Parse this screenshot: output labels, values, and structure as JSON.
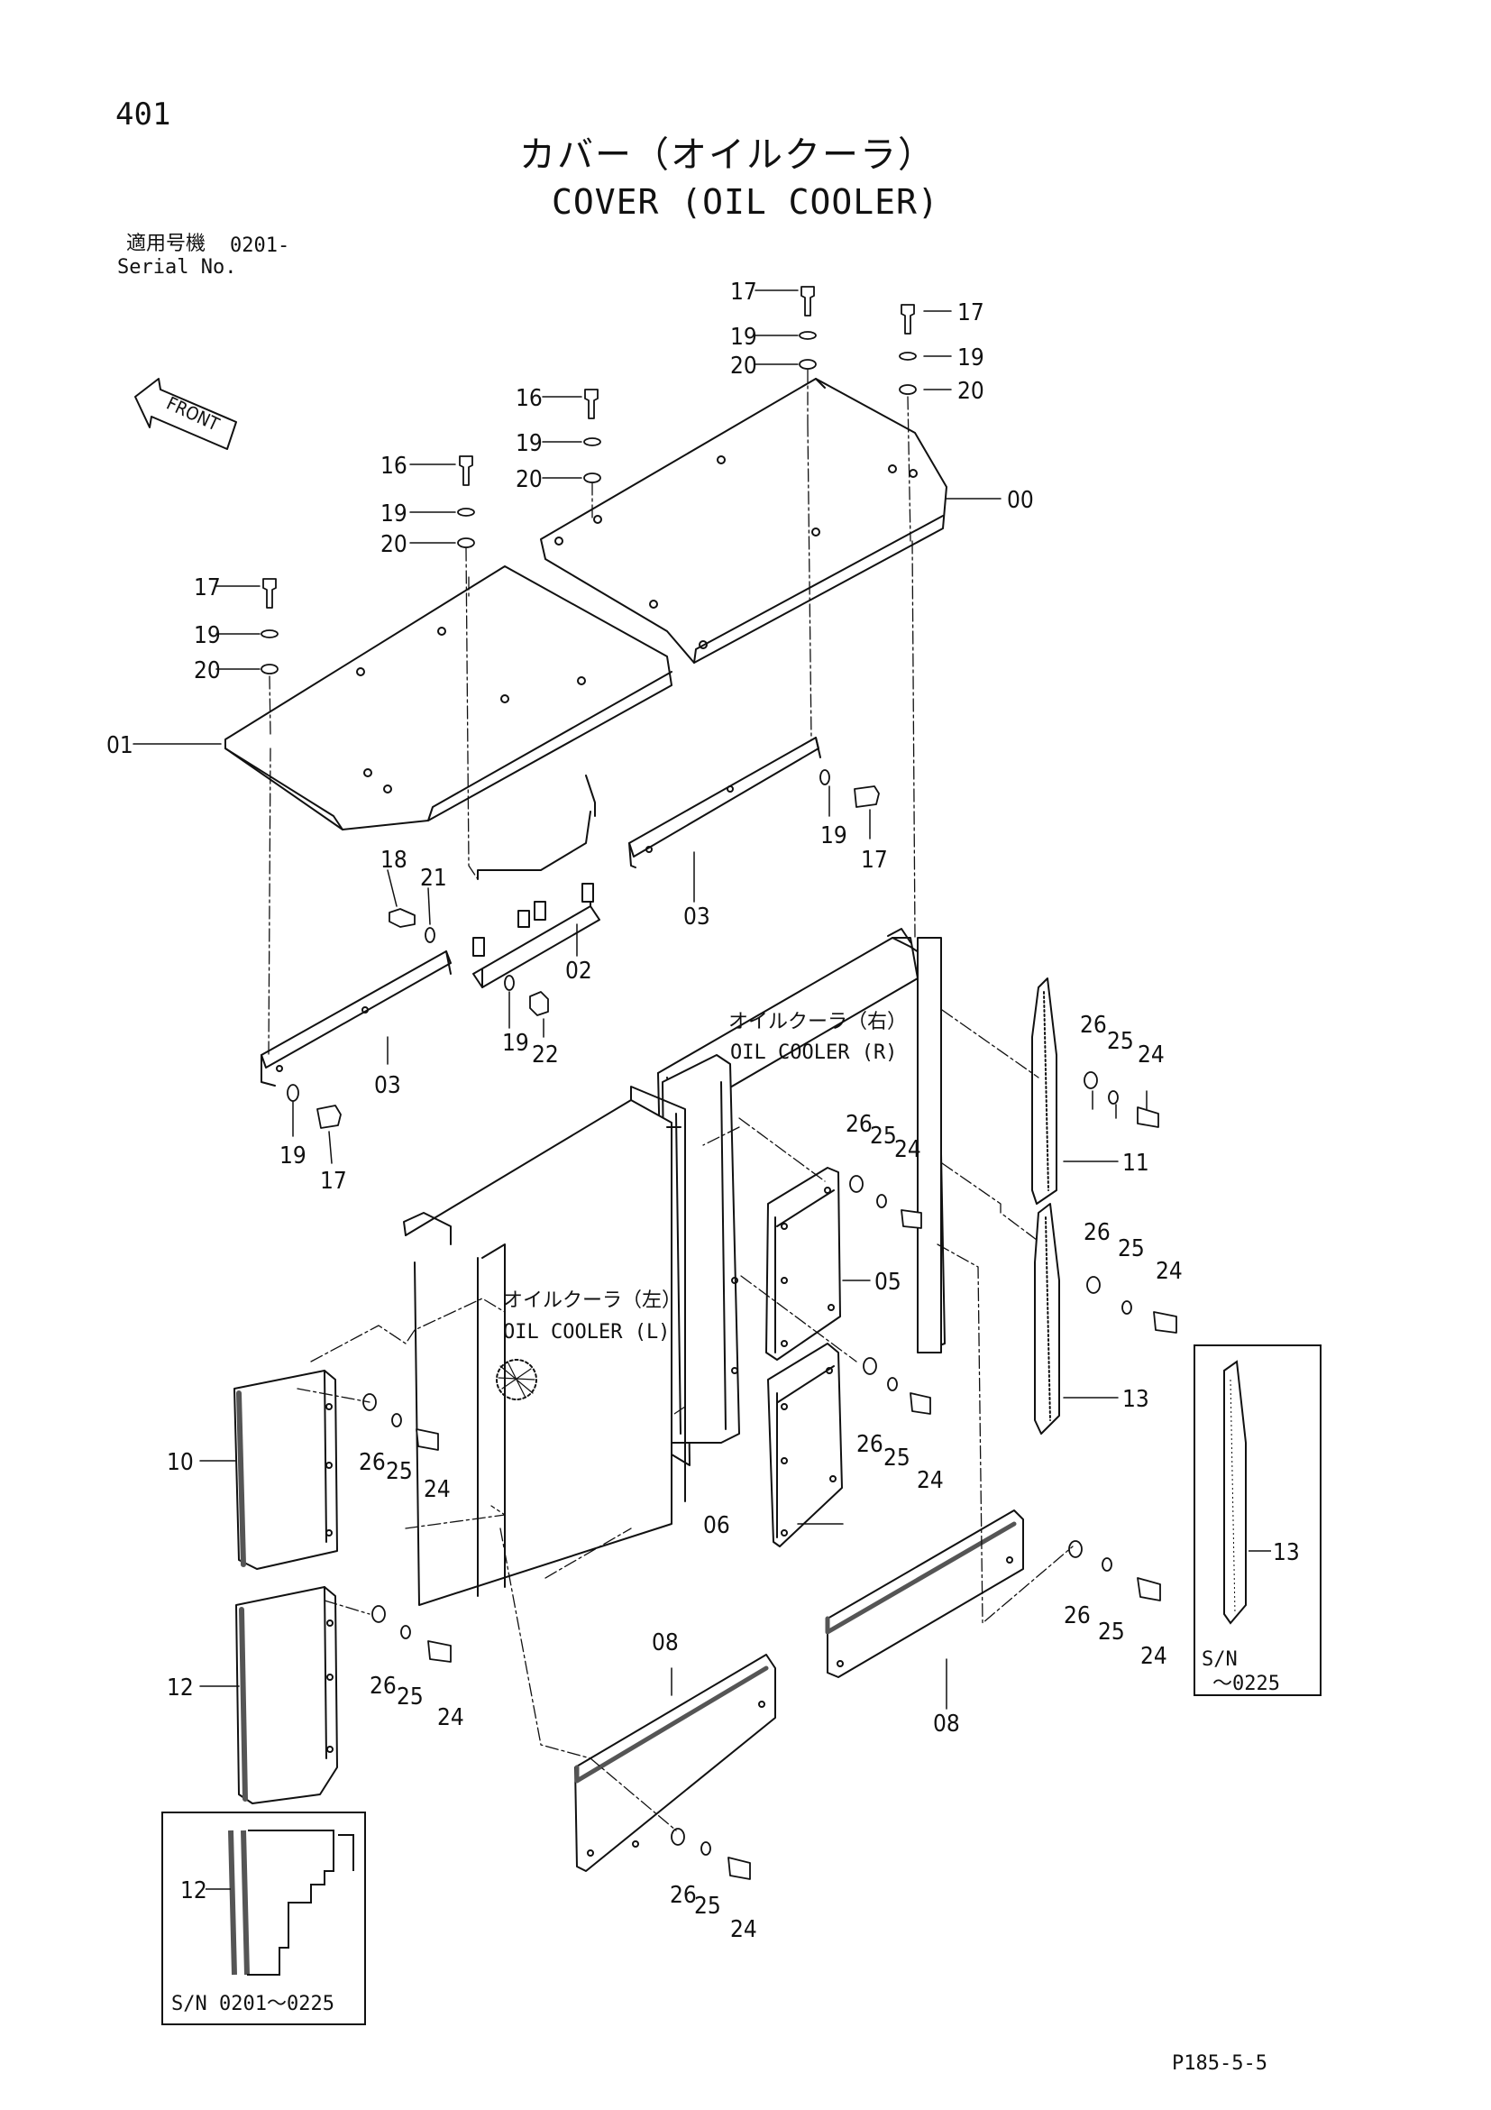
{
  "page_number": "401",
  "title_ja": "カバー（オイルクーラ）",
  "title_en": "COVER (OIL COOLER)",
  "serial": {
    "label_ja": "適用号機",
    "range": "0201-",
    "label_en": "Serial No."
  },
  "front_arrow": "FRONT",
  "callouts": {
    "oil_cooler_r_ja": "オイルクーラ（右）",
    "oil_cooler_r_en": "OIL COOLER (R)",
    "oil_cooler_l_ja": "オイルクーラ（左）",
    "oil_cooler_l_en": "OIL COOLER (L)"
  },
  "inset_right": {
    "label": "S/N",
    "range": "～0225"
  },
  "inset_left": {
    "label": "S/N 0201～0225"
  },
  "reference": "P185-5-5",
  "part_numbers": [
    "00",
    "01",
    "02",
    "03",
    "05",
    "06",
    "08",
    "10",
    "11",
    "12",
    "13",
    "16",
    "17",
    "18",
    "19",
    "20",
    "21",
    "22",
    "24",
    "25",
    "26"
  ]
}
